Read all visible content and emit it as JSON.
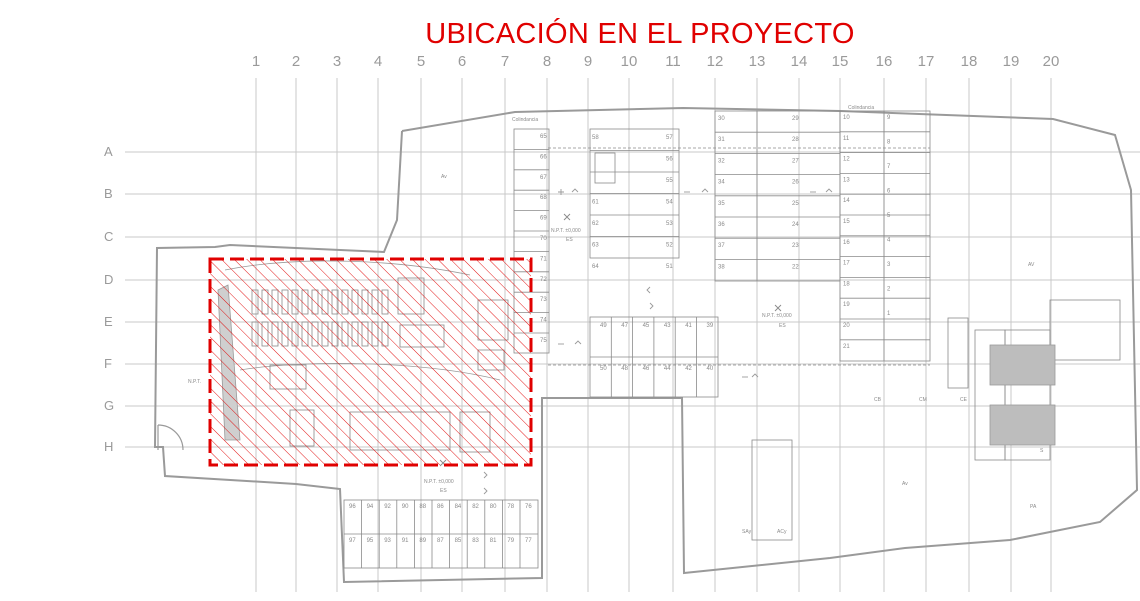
{
  "title": "UBICACIÓN EN EL PROYECTO",
  "grid_columns": [
    "1",
    "2",
    "3",
    "4",
    "5",
    "6",
    "7",
    "8",
    "9",
    "10",
    "11",
    "12",
    "13",
    "14",
    "15",
    "16",
    "17",
    "18",
    "19",
    "20"
  ],
  "grid_rows": [
    "A",
    "B",
    "C",
    "D",
    "E",
    "F",
    "G",
    "H"
  ],
  "labels": {
    "colindancia_left": "Colindancia",
    "colindancia_right": "Colindancia",
    "av_top": "Av",
    "av_right": "AV",
    "av_bottom": "Av",
    "npt_main": "N.P.T. ±0,000",
    "es_main": "ES",
    "npt_mid": "N.P.T. ±0,000",
    "es_mid": "ES",
    "npt_left": "N.P.T.",
    "npt_bottom": "N.P.T. ±0,000",
    "es_bottom": "ES",
    "cb": "CB",
    "cm": "CM",
    "ce": "CE",
    "pa": "PA",
    "say": "SAy",
    "acy": "ACy",
    "s": "S"
  },
  "parking_numbers": {
    "col_a": [
      "65",
      "66",
      "67",
      "68",
      "69",
      "70",
      "71",
      "72",
      "73",
      "74",
      "75"
    ],
    "col_b": [
      "58",
      "61",
      "62",
      "63",
      "64"
    ],
    "col_c": [
      "57",
      "56",
      "55",
      "54",
      "53",
      "52",
      "51"
    ],
    "col_d": [
      "30",
      "31",
      "32",
      "34",
      "35",
      "36",
      "37",
      "38"
    ],
    "col_e": [
      "29",
      "28",
      "27",
      "26",
      "25",
      "24",
      "23",
      "22"
    ],
    "col_f": [
      "10",
      "11",
      "12",
      "13",
      "14",
      "15",
      "16",
      "17",
      "18",
      "19",
      "20",
      "21"
    ],
    "col_g": [
      "9",
      "8",
      "7",
      "6",
      "5",
      "4",
      "3",
      "2",
      "1"
    ],
    "row_mid_top": [
      "49",
      "47",
      "45",
      "43",
      "41",
      "39"
    ],
    "row_mid_bot": [
      "50",
      "48",
      "46",
      "44",
      "42",
      "40"
    ],
    "row_bot_top": [
      "96",
      "94",
      "92",
      "90",
      "88",
      "86",
      "84",
      "82",
      "80",
      "78",
      "76"
    ],
    "row_bot_bot": [
      "97",
      "95",
      "93",
      "91",
      "89",
      "87",
      "85",
      "83",
      "81",
      "79",
      "77"
    ]
  },
  "highlight_color": "#e00000"
}
